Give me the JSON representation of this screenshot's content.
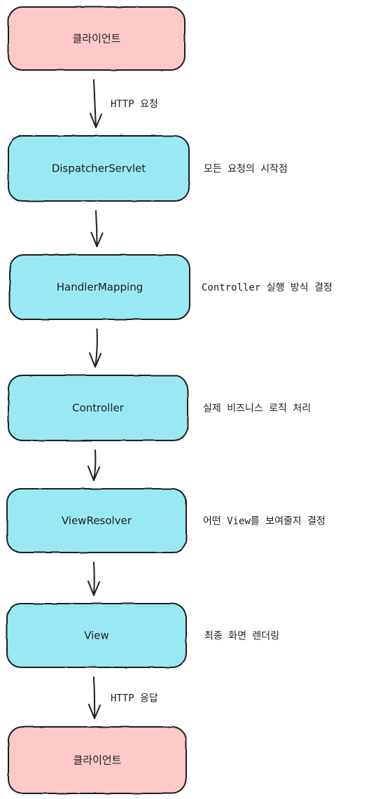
{
  "nodes": [
    {
      "id": "client-top",
      "label": "클라이언트",
      "kind": "endpoint"
    },
    {
      "id": "dispatcher-servlet",
      "label": "DispatcherServlet",
      "kind": "step"
    },
    {
      "id": "handler-mapping",
      "label": "HandlerMapping",
      "kind": "step"
    },
    {
      "id": "controller",
      "label": "Controller",
      "kind": "step"
    },
    {
      "id": "view-resolver",
      "label": "ViewResolver",
      "kind": "step"
    },
    {
      "id": "view",
      "label": "View",
      "kind": "step"
    },
    {
      "id": "client-bottom",
      "label": "클라이언트",
      "kind": "endpoint"
    }
  ],
  "edges": [
    {
      "from": "client-top",
      "to": "dispatcher-servlet",
      "label": "HTTP 요청"
    },
    {
      "from": "dispatcher-servlet",
      "to": "handler-mapping",
      "label": ""
    },
    {
      "from": "handler-mapping",
      "to": "controller",
      "label": ""
    },
    {
      "from": "controller",
      "to": "view-resolver",
      "label": ""
    },
    {
      "from": "view-resolver",
      "to": "view",
      "label": ""
    },
    {
      "from": "view",
      "to": "client-bottom",
      "label": "HTTP 응답"
    }
  ],
  "notes": [
    {
      "node": "dispatcher-servlet",
      "text": "모든 요청의 시작점"
    },
    {
      "node": "handler-mapping",
      "text": "Controller 실행 방식 결정"
    },
    {
      "node": "controller",
      "text": "실제 비즈니스 로직 처리"
    },
    {
      "node": "view-resolver",
      "text": "어떤 View를 보여줄지 결정"
    },
    {
      "node": "view",
      "text": "최종 화면 렌더링"
    }
  ],
  "colors": {
    "endpoint_fill": "#ffc9c9",
    "step_fill": "#99e9f2",
    "stroke": "#1e1e1e",
    "text": "#1e1e1e"
  }
}
